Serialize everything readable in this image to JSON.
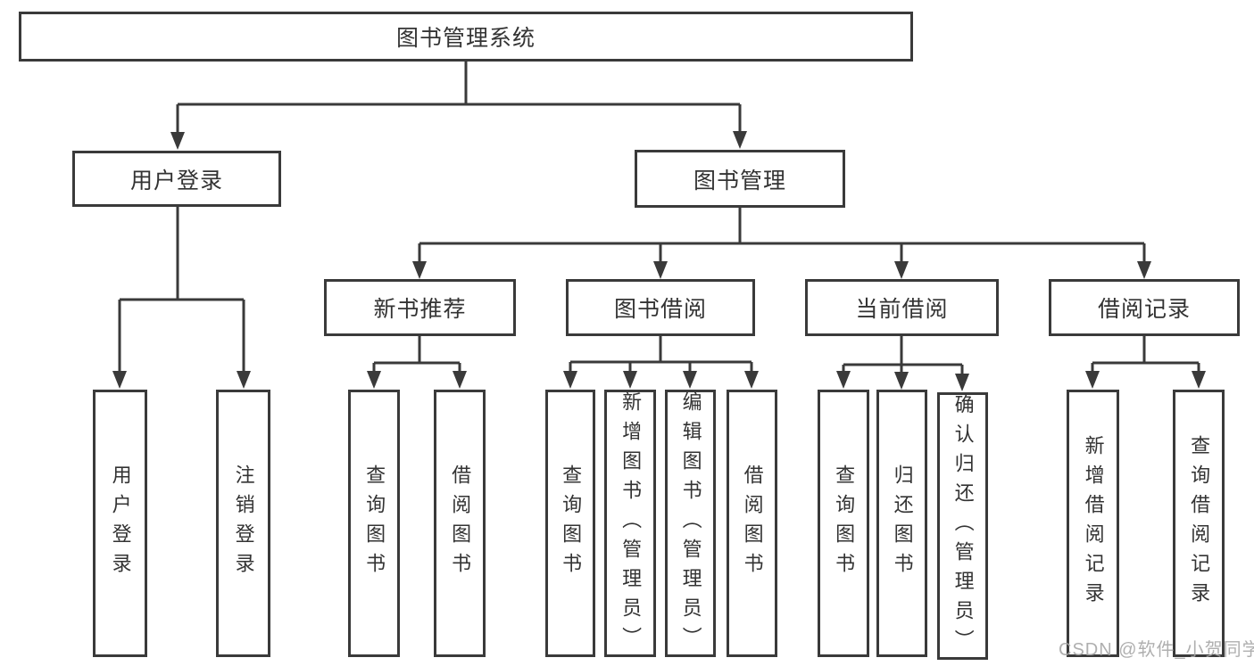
{
  "diagram": {
    "root": {
      "label": "图书管理系统"
    },
    "level2": [
      {
        "label": "用户登录",
        "children": [
          {
            "label": "用户登录"
          },
          {
            "label": "注销登录"
          }
        ]
      },
      {
        "label": "图书管理",
        "children": [
          {
            "label": "新书推荐",
            "children": [
              {
                "label": "查询图书"
              },
              {
                "label": "借阅图书"
              }
            ]
          },
          {
            "label": "图书借阅",
            "children": [
              {
                "label": "查询图书"
              },
              {
                "label": "新增图书（管理员）"
              },
              {
                "label": "编辑图书（管理员）"
              },
              {
                "label": "借阅图书"
              }
            ]
          },
          {
            "label": "当前借阅",
            "children": [
              {
                "label": "查询图书"
              },
              {
                "label": "归还图书"
              },
              {
                "label": "确认归还（管理员）"
              }
            ]
          },
          {
            "label": "借阅记录",
            "children": [
              {
                "label": "新增借阅记录"
              },
              {
                "label": "查询借阅记录"
              }
            ]
          }
        ]
      }
    ]
  },
  "watermark": {
    "text": "CSDN @软件_小贺同学"
  },
  "colors": {
    "line": "#3a3a3a",
    "box_border": "#3a3a3a",
    "text": "#333333",
    "watermark": "#a6a6a6",
    "background": "#ffffff"
  }
}
